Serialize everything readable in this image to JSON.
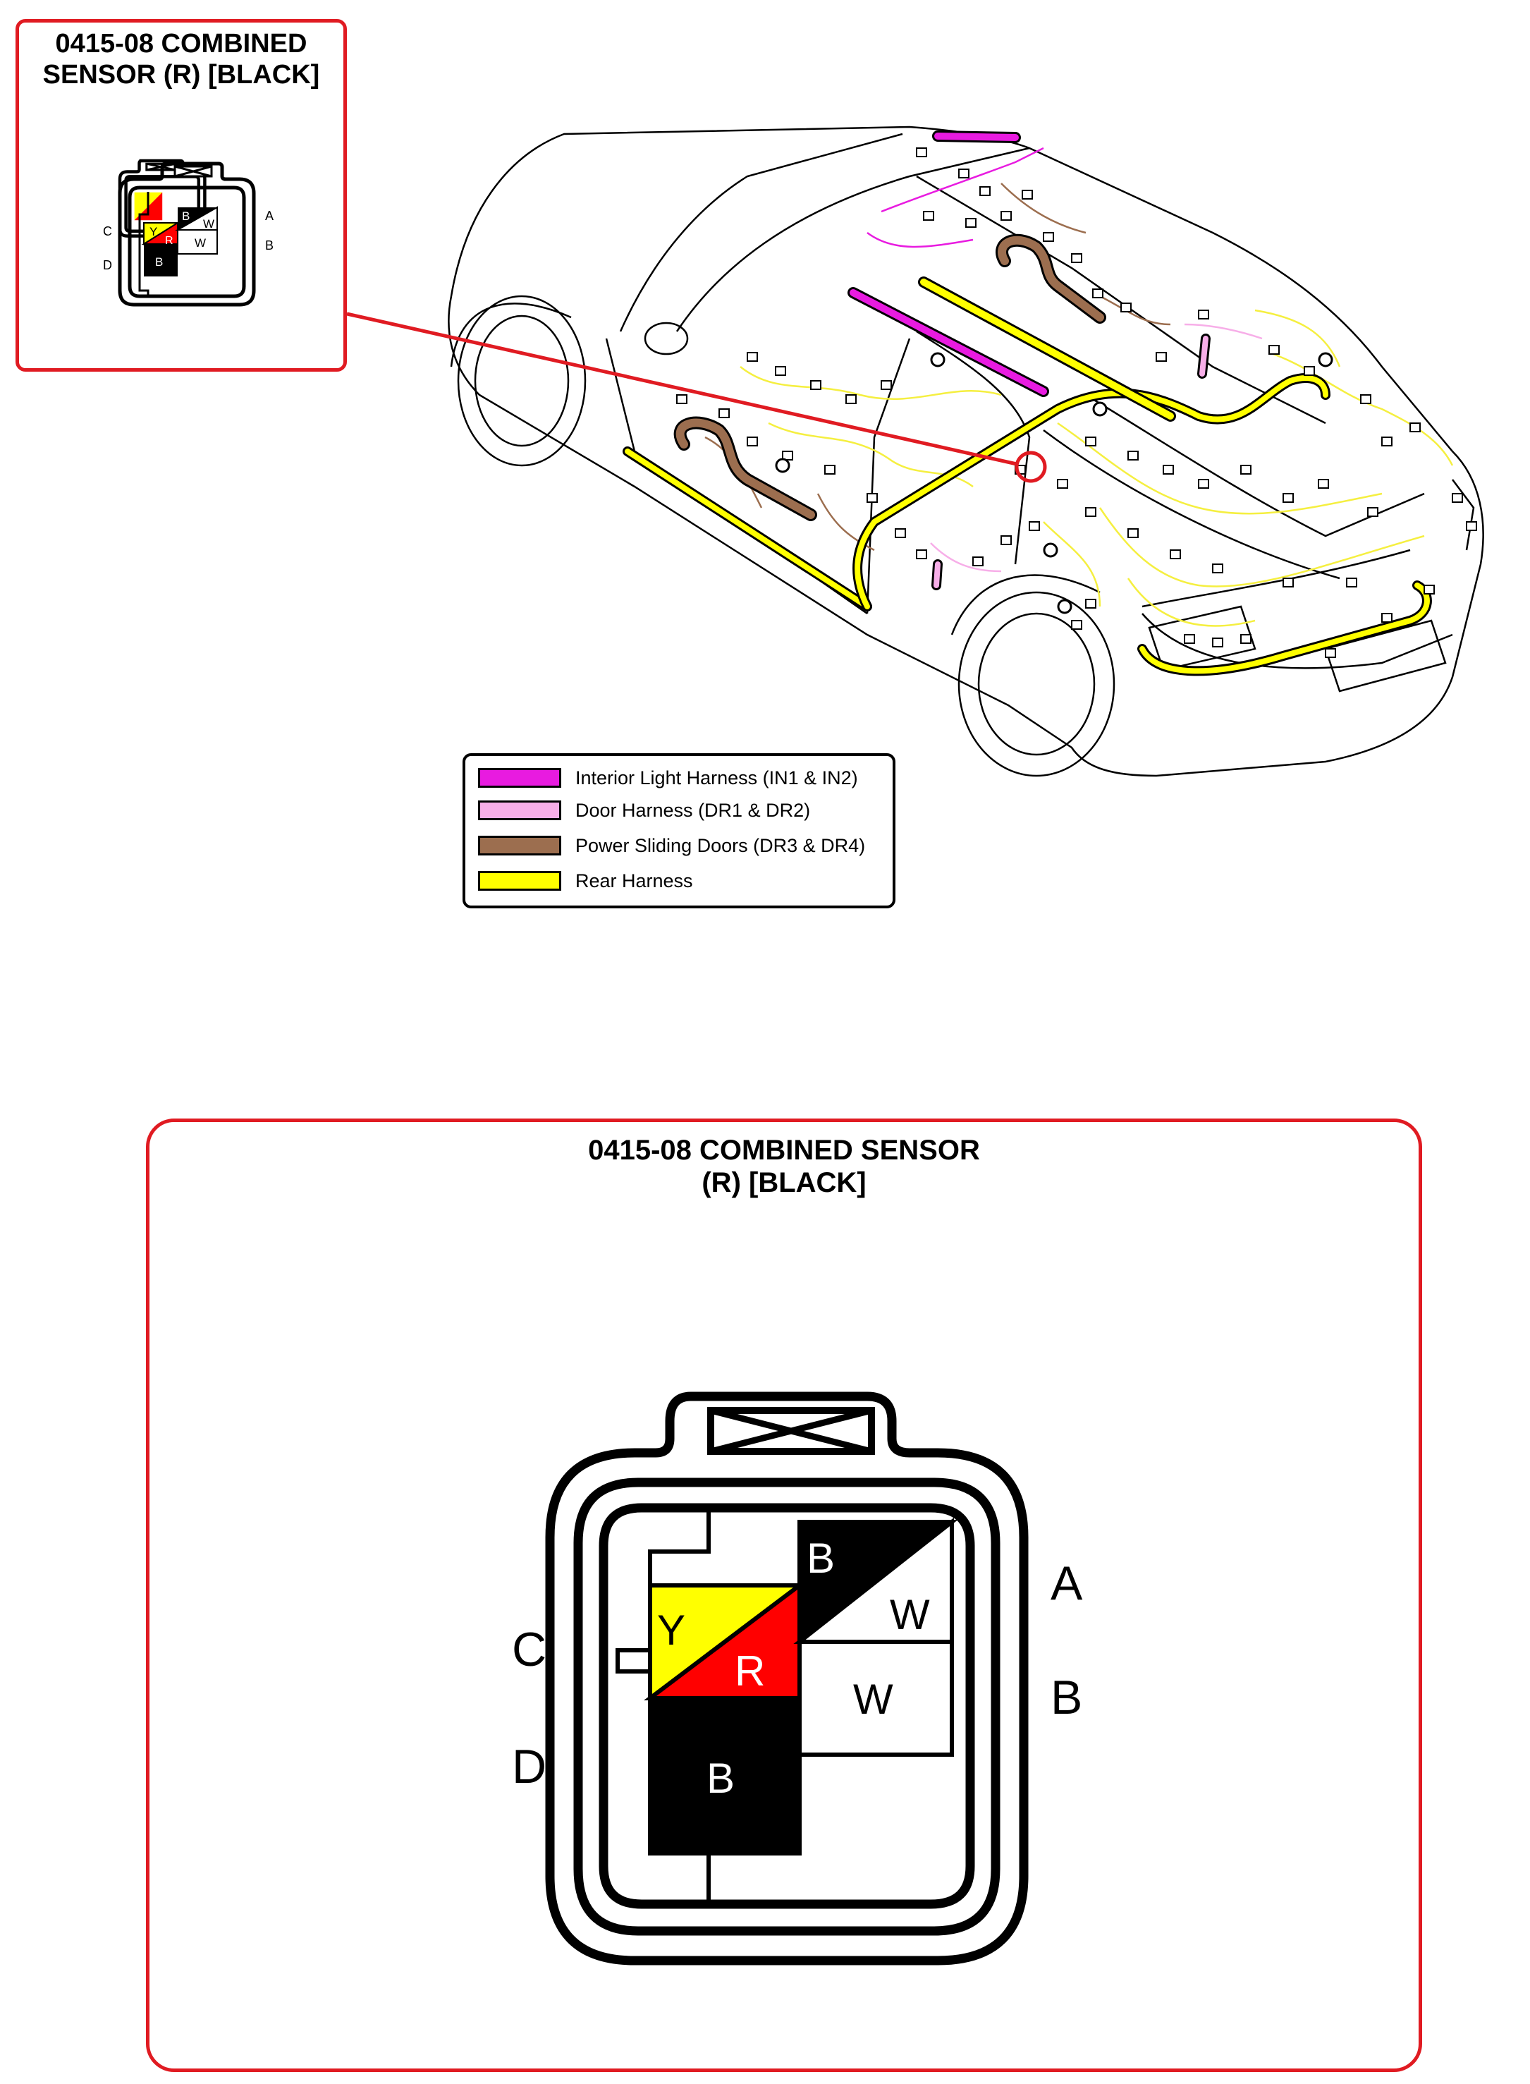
{
  "connector": {
    "title_line1": "0415-08 COMBINED",
    "title_line2": "SENSOR (R) [BLACK]",
    "detail_title_line1": "0415-08 COMBINED SENSOR",
    "detail_title_line2": "(R) [BLACK]",
    "pins": [
      {
        "side_label": "A",
        "top_color": "B",
        "bottom_color": "W"
      },
      {
        "side_label": "B",
        "color": "W"
      },
      {
        "side_label": "C",
        "top_color": "Y",
        "bottom_color": "R"
      },
      {
        "side_label": "D",
        "color": "B"
      }
    ]
  },
  "legend": [
    {
      "label": "Interior Light Harness (IN1 & IN2)",
      "color": "#e81be0"
    },
    {
      "label": "Door Harness (DR1 & DR2)",
      "color": "#f7aee8"
    },
    {
      "label": "Power Sliding Doors (DR3 & DR4)",
      "color": "#9c6e4f"
    },
    {
      "label": "Rear Harness",
      "color": "#ffff00"
    }
  ],
  "colors": {
    "frame_red": "#e01b22",
    "wire_yellow": "#ffff00",
    "wire_red": "#ff0000",
    "wire_black": "#000000",
    "wire_white": "#ffffff"
  }
}
